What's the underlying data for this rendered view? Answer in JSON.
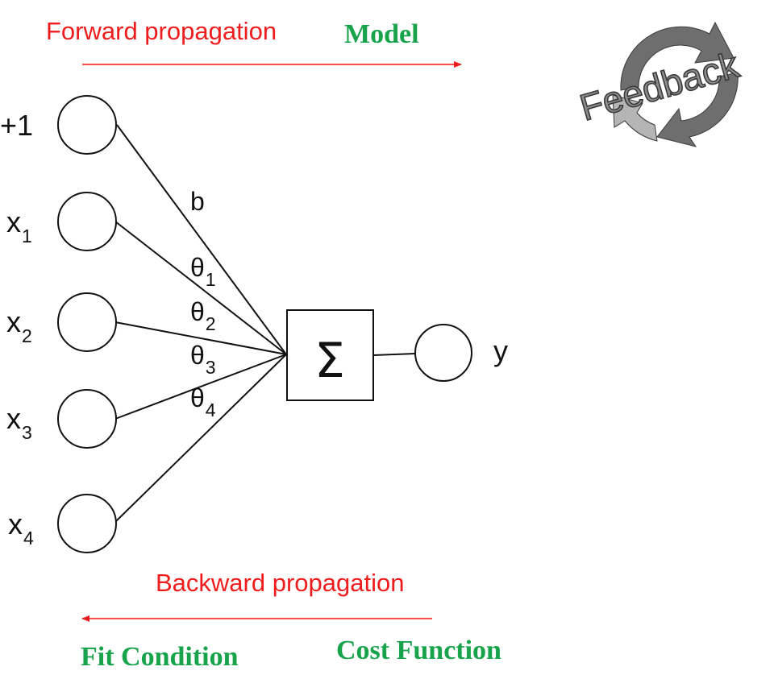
{
  "header": {
    "forward_label": "Forward propagation",
    "model_label": "Model"
  },
  "footer": {
    "backward_label": "Backward propagation",
    "fit_label": "Fit Condition",
    "cost_label": "Cost Function"
  },
  "inputs": [
    {
      "main": "+1",
      "sub": ""
    },
    {
      "main": "x",
      "sub": "1"
    },
    {
      "main": "x",
      "sub": "2"
    },
    {
      "main": "x",
      "sub": "3"
    },
    {
      "main": "x",
      "sub": "4"
    }
  ],
  "weights": [
    {
      "main": "b",
      "sub": ""
    },
    {
      "main": "θ",
      "sub": "1"
    },
    {
      "main": "θ",
      "sub": "2"
    },
    {
      "main": "θ",
      "sub": "3"
    },
    {
      "main": "θ",
      "sub": "4"
    }
  ],
  "sum_symbol": "Σ",
  "output_label": "y",
  "logo": {
    "text": "Feedback",
    "colors": {
      "light": "#b5b5b5",
      "dark": "#6e6e6e",
      "outline": "#3a3a3a"
    }
  },
  "colors": {
    "red": "#ee1c1c",
    "green": "#17a34a",
    "ink": "#111111"
  }
}
